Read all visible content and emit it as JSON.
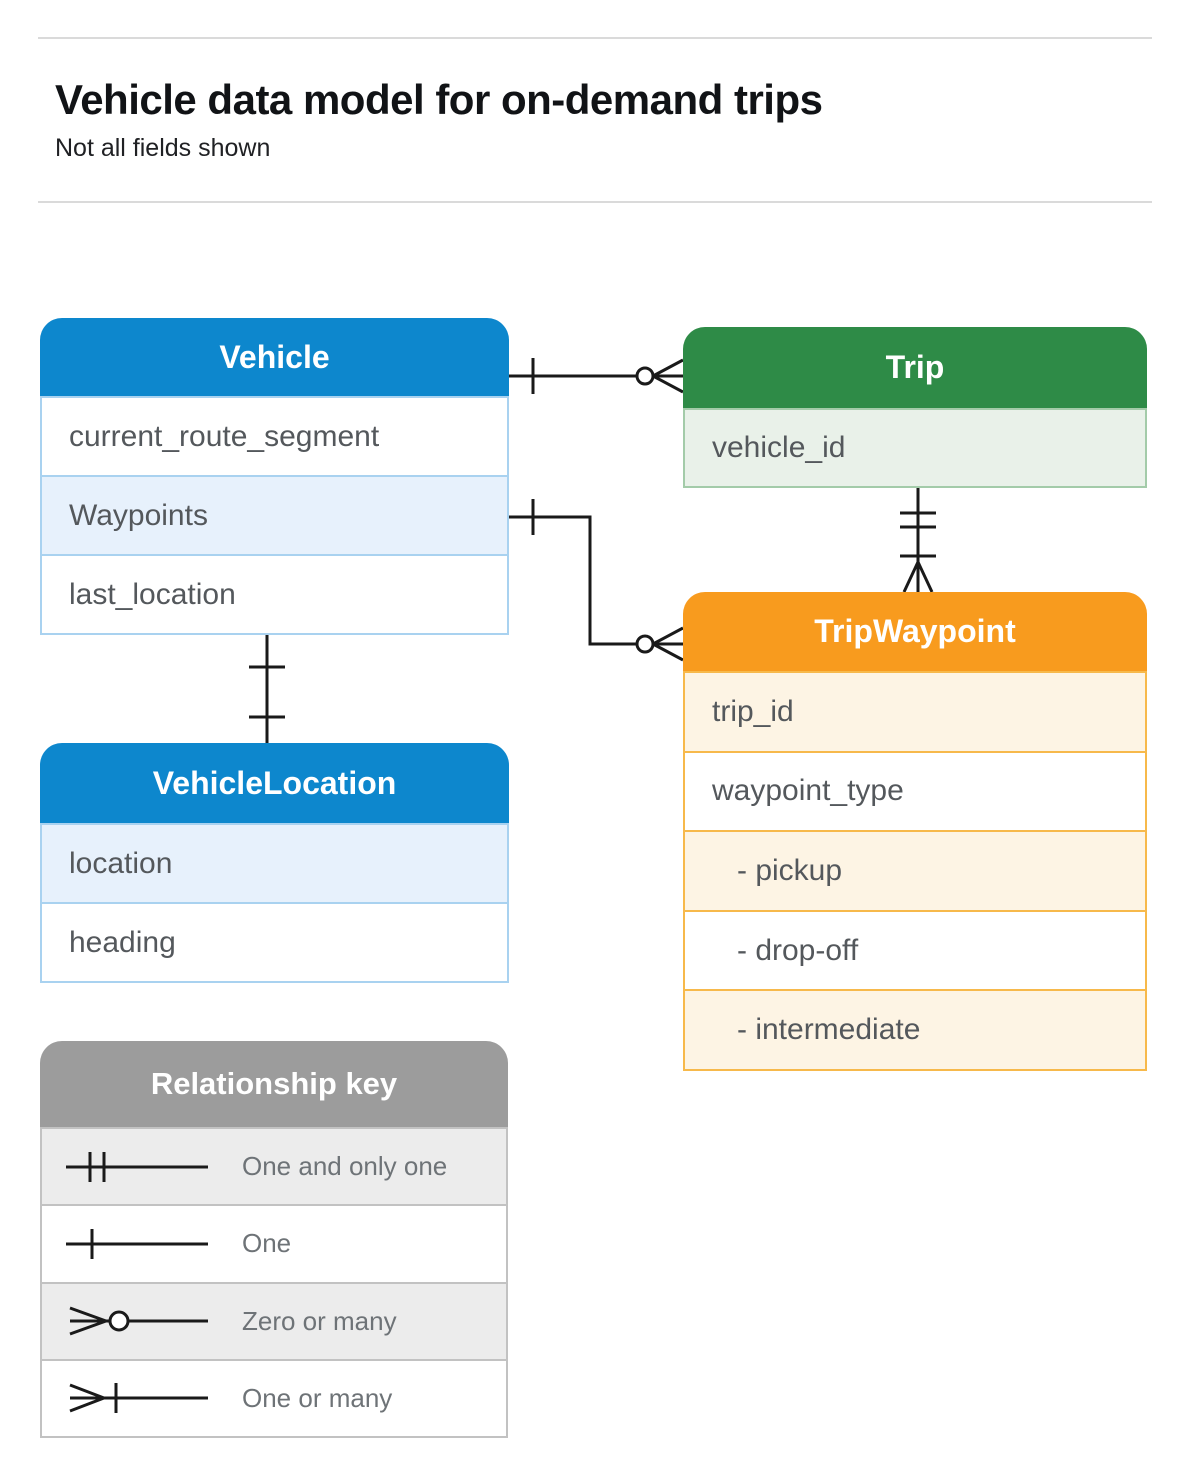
{
  "header": {
    "title": "Vehicle data model for on-demand trips",
    "subtitle": "Not all fields shown"
  },
  "entities": {
    "vehicle": {
      "title": "Vehicle",
      "fields": [
        {
          "label": "current_route_segment"
        },
        {
          "label": "Waypoints"
        },
        {
          "label": "last_location"
        }
      ]
    },
    "trip": {
      "title": "Trip",
      "fields": [
        {
          "label": "vehicle_id"
        }
      ]
    },
    "trip_waypoint": {
      "title": "TripWaypoint",
      "fields": [
        {
          "label": "trip_id"
        },
        {
          "label": "waypoint_type"
        },
        {
          "label": "- pickup"
        },
        {
          "label": "- drop-off"
        },
        {
          "label": "- intermediate"
        }
      ]
    },
    "vehicle_location": {
      "title": "VehicleLocation",
      "fields": [
        {
          "label": "location"
        },
        {
          "label": "heading"
        }
      ]
    }
  },
  "relationships": [
    {
      "from": "Vehicle",
      "to": "Trip",
      "from_cardinality": "one",
      "to_cardinality": "zero-or-many"
    },
    {
      "from": "Vehicle.Waypoints",
      "to": "TripWaypoint",
      "from_cardinality": "one",
      "to_cardinality": "zero-or-many"
    },
    {
      "from": "Trip",
      "to": "TripWaypoint",
      "from_cardinality": "one-and-only-one",
      "to_cardinality": "one-or-many"
    },
    {
      "from": "Vehicle",
      "to": "VehicleLocation",
      "from_cardinality": "one",
      "to_cardinality": "one"
    }
  ],
  "legend": {
    "title": "Relationship key",
    "items": [
      {
        "symbol": "one-and-only-one",
        "label": "One and only one"
      },
      {
        "symbol": "one",
        "label": "One"
      },
      {
        "symbol": "zero-or-many",
        "label": "Zero or many"
      },
      {
        "symbol": "one-or-many",
        "label": "One or many"
      }
    ]
  },
  "colors": {
    "blue_header": "#0d87cd",
    "blue_tint": "#e7f1fc",
    "blue_border": "#a9d2f0",
    "green_header": "#2e8b47",
    "green_tint": "#e9f1e9",
    "green_border": "#a3cba9",
    "orange_header": "#f89b1e",
    "orange_tint": "#fdf4e4",
    "orange_border": "#f7b94b",
    "gray_header": "#9c9c9c",
    "gray_tint": "#ececec",
    "gray_border": "#c2c2c2",
    "connector": "#1a1a1a",
    "field_text": "#54585c"
  }
}
